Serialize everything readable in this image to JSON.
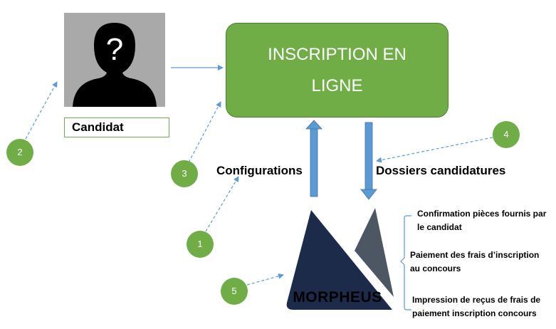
{
  "candidate": {
    "label": "Candidat",
    "avatar_glyph": "?"
  },
  "main_box": {
    "line1": "INSCRIPTION EN",
    "line2": "LIGNE"
  },
  "flows": {
    "up_label": "Configurations",
    "down_label": "Dossiers candidatures"
  },
  "badges": {
    "b1": "1",
    "b2": "2",
    "b3": "3",
    "b4": "4",
    "b5": "5"
  },
  "logo": {
    "text": "MORPHEUS"
  },
  "notes": [
    {
      "line1": "Confirmation pièces fournis par",
      "line2": "le candidat"
    },
    {
      "line1": "Paiement des frais d’inscription",
      "line2": "au concours"
    },
    {
      "line1": "Impression de reçus de frais de",
      "line2": "paiement inscription concours"
    }
  ],
  "colors": {
    "green": "#70ad47",
    "navy": "#1c2b4a",
    "slate": "#4d5663",
    "arrow_blue": "#5b9bd5",
    "avatar_bg": "#a9a9a9"
  }
}
